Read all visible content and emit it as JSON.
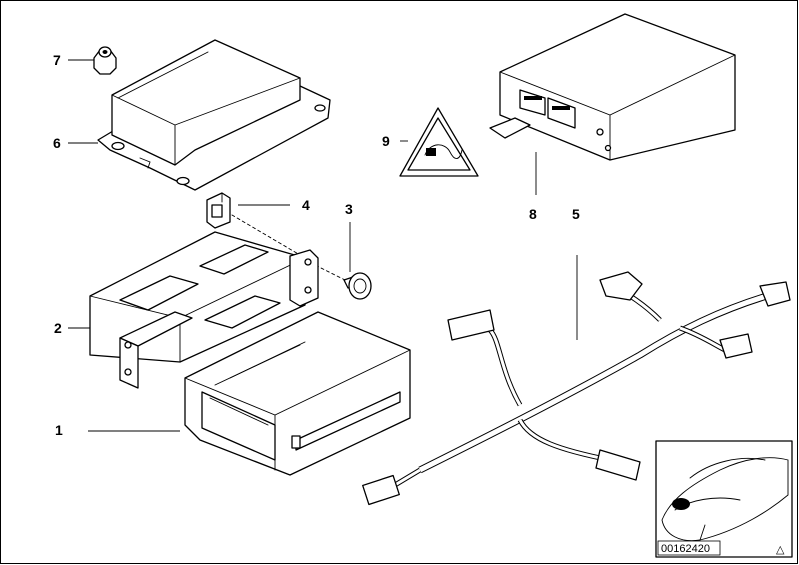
{
  "callouts": {
    "p1": "1",
    "p2": "2",
    "p3": "3",
    "p4": "4",
    "p5": "5",
    "p6": "6",
    "p7": "7",
    "p8": "8",
    "p9": "9"
  },
  "inset": {
    "code": "00162420",
    "corner_mark": "△"
  }
}
